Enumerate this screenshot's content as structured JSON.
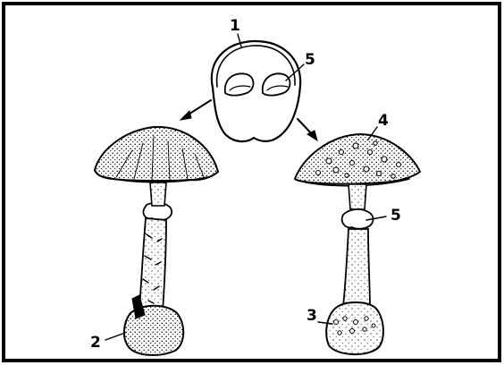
{
  "figure": {
    "labels": {
      "n1": "1",
      "n2": "2",
      "n3": "3",
      "n4": "4",
      "n5_egg": "5",
      "n5_ring": "5"
    },
    "colors": {
      "ink": "#000000",
      "paper": "#ffffff"
    }
  }
}
